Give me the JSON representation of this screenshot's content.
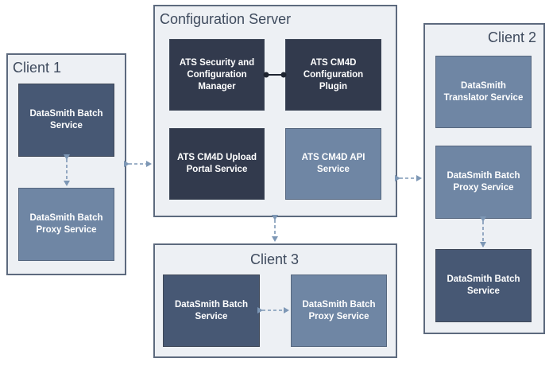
{
  "groups": {
    "client1": {
      "title": "Client 1"
    },
    "config": {
      "title": "Configuration Server"
    },
    "client2": {
      "title": "Client 2"
    },
    "client3": {
      "title": "Client 3"
    }
  },
  "boxes": {
    "c1_batch": "DataSmith Batch\nService",
    "c1_proxy": "DataSmith Batch\nProxy Service",
    "ats_security": "ATS Security and\nConfiguration\nManager",
    "ats_plugin": "ATS CM4D\nConfiguration Plugin",
    "ats_upload": "ATS CM4D Upload\nPortal Service",
    "ats_api": "ATS CM4D API\nService",
    "c2_translator": "DataSmith\nTranslator Service",
    "c2_proxy": "DataSmith Batch\nProxy Service",
    "c2_batch": "DataSmith Batch\nService",
    "c3_batch": "DataSmith Batch\nService",
    "c3_proxy": "DataSmith Batch\nProxy Service"
  },
  "colors": {
    "dark": "#323a4d",
    "mid": "#475874",
    "light": "#6f86a4",
    "group_fill": "#edf0f4",
    "group_border": "#5d6a7e",
    "connector": "#7d97b5"
  }
}
